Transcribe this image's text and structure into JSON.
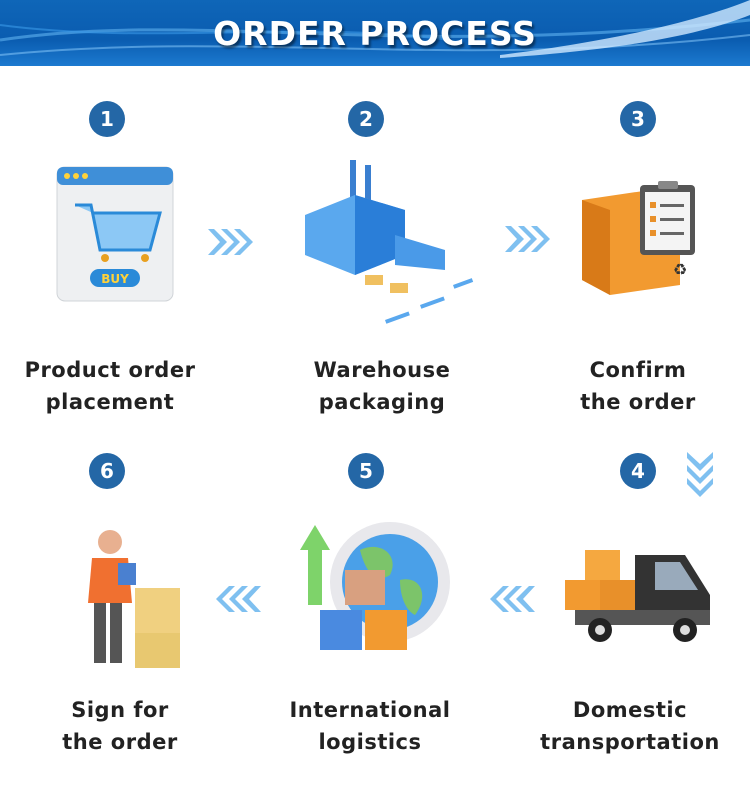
{
  "title": "ORDER PROCESS",
  "steps": [
    {
      "number": "1",
      "line1": "Product order",
      "line2": "placement",
      "icon": "shopping-cart-buy-icon"
    },
    {
      "number": "2",
      "line1": "Warehouse",
      "line2": "packaging",
      "icon": "warehouse-icon"
    },
    {
      "number": "3",
      "line1": "Confirm",
      "line2": "the order",
      "icon": "box-clipboard-icon"
    },
    {
      "number": "4",
      "line1": "Domestic",
      "line2": "transportation",
      "icon": "truck-icon"
    },
    {
      "number": "5",
      "line1": "International",
      "line2": "logistics",
      "icon": "globe-boxes-icon"
    },
    {
      "number": "6",
      "line1": "Sign for",
      "line2": "the order",
      "icon": "courier-icon"
    }
  ],
  "buy_label": "BUY",
  "colors": {
    "header": "#0f66b8",
    "badge": "#2467a6",
    "arrow": "#7fc0f0"
  }
}
